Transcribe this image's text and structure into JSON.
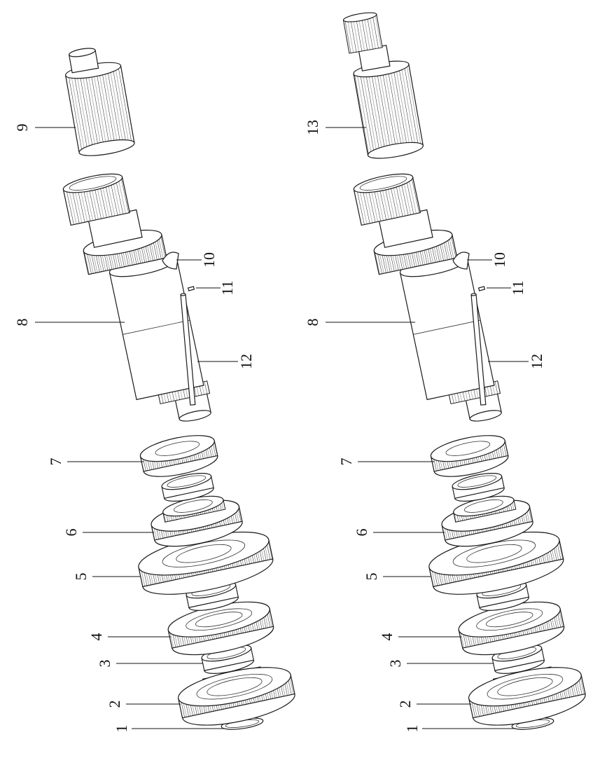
{
  "diagram": {
    "assemblies": [
      {
        "labels": [
          "1",
          "2",
          "3",
          "4",
          "5",
          "6",
          "7",
          "8",
          "9",
          "10",
          "11",
          "12"
        ]
      },
      {
        "labels": [
          "1",
          "2",
          "3",
          "4",
          "5",
          "6",
          "7",
          "8",
          "13",
          "10",
          "11",
          "12"
        ]
      }
    ]
  }
}
